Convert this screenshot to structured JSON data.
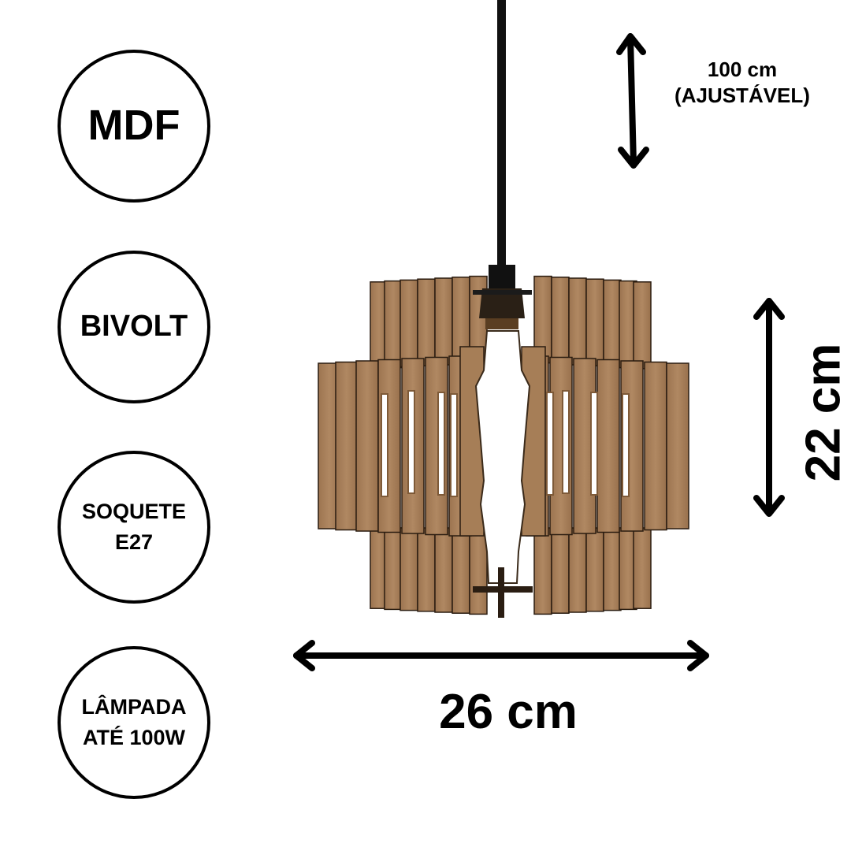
{
  "badges": {
    "material": "MDF",
    "voltage": "BIVOLT",
    "socket": [
      "SOQUETE",
      "E27"
    ],
    "lamp": [
      "LÂMPADA",
      "ATÉ 100W"
    ]
  },
  "dimensions": {
    "cord": [
      "100 cm",
      "(AJUSTÁVEL)"
    ],
    "height": "22 cm",
    "width": "26 cm"
  },
  "colors": {
    "wood": "#a67e57",
    "wood_dark": "#7e5a38",
    "cord": "#111111",
    "outline": "#000000"
  }
}
